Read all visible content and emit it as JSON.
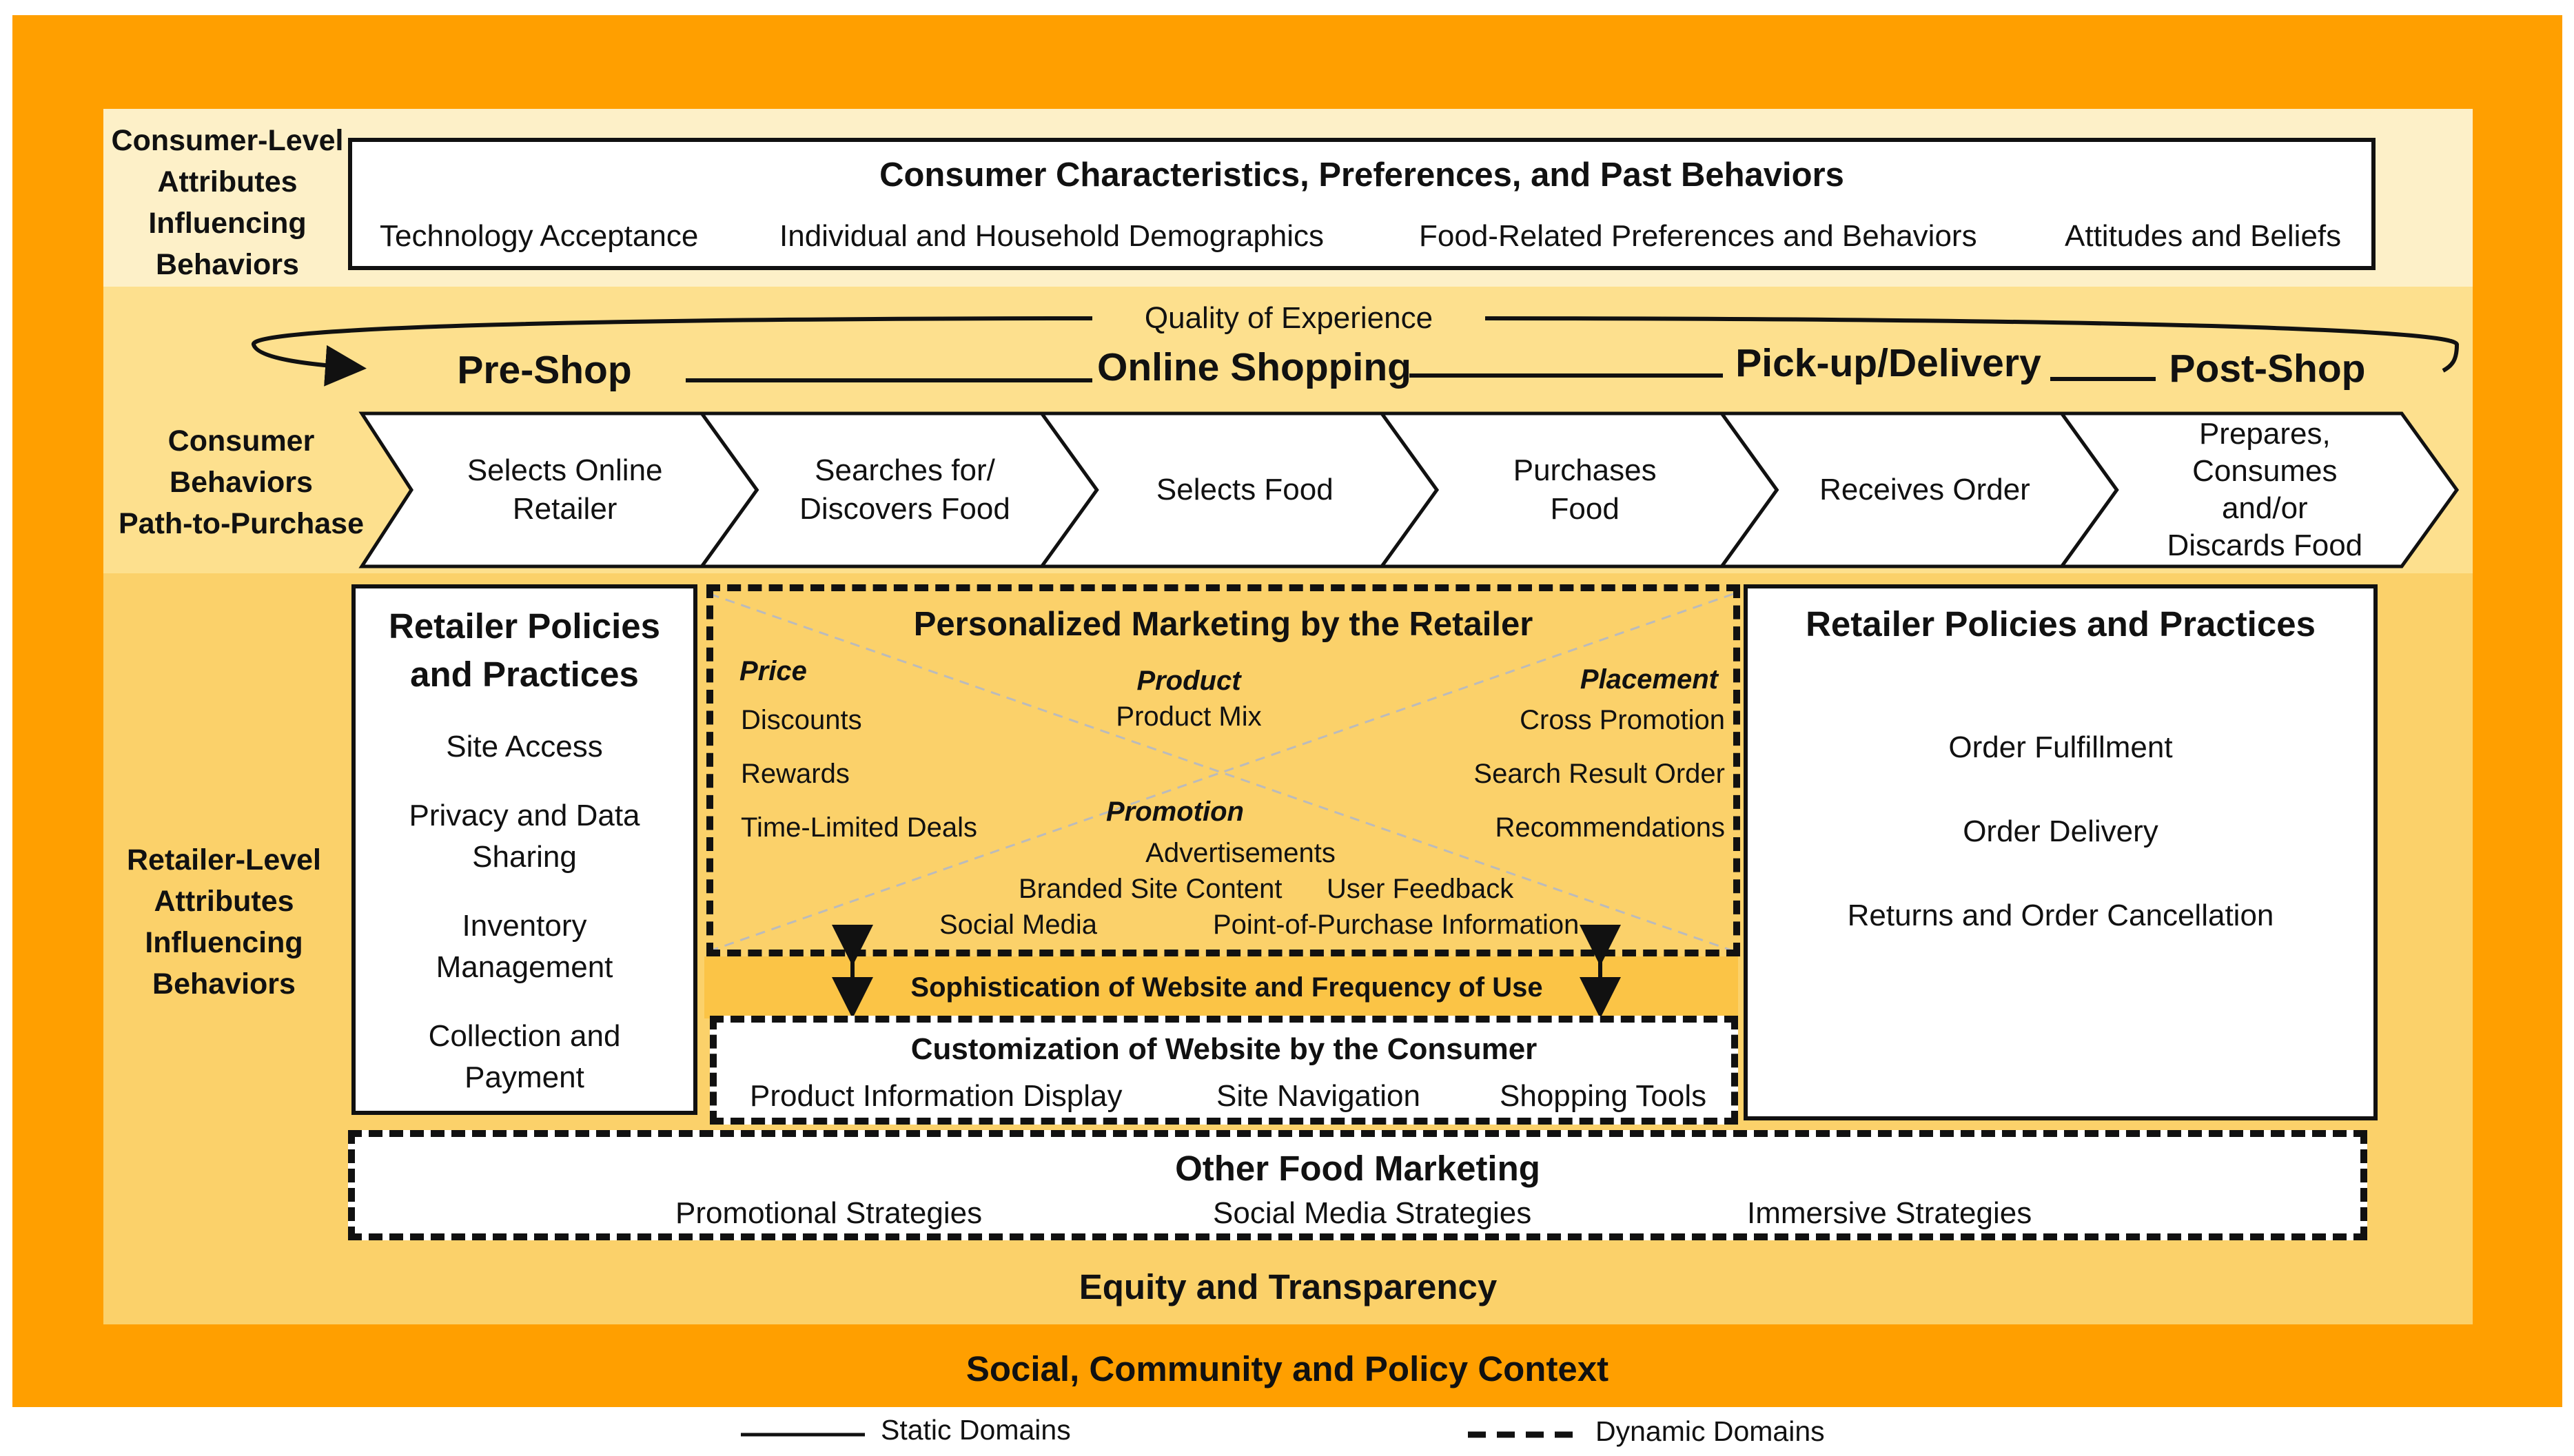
{
  "colors": {
    "outer_orange": "#FF9F00",
    "light_band": "#FDF0C8",
    "behaviors_band": "#FDE08E",
    "retailer_band": "#FBD16A",
    "sophistication_band": "#FBC446",
    "line": "#111111"
  },
  "consumer_level": {
    "label_lines": [
      "Consumer-Level",
      "Attributes",
      "Influencing",
      "Behaviors"
    ],
    "box_title": "Consumer Characteristics, Preferences, and Past Behaviors",
    "items": [
      "Technology Acceptance",
      "Individual and Household Demographics",
      "Food-Related Preferences and Behaviors",
      "Attitudes and Beliefs"
    ]
  },
  "experience": {
    "quality_label": "Quality of Experience",
    "phases": [
      "Pre-Shop",
      "Online Shopping",
      "Pick-up/Delivery",
      "Post-Shop"
    ]
  },
  "behaviors": {
    "label_lines": [
      "Consumer",
      "Behaviors",
      "Path-to-Purchase"
    ],
    "steps": [
      {
        "lines": [
          "Selects Online",
          "Retailer"
        ]
      },
      {
        "lines": [
          "Searches for/",
          "Discovers Food"
        ]
      },
      {
        "lines": [
          "Selects Food"
        ]
      },
      {
        "lines": [
          "Purchases",
          "Food"
        ]
      },
      {
        "lines": [
          "Receives Order"
        ]
      },
      {
        "lines": [
          "Prepares,",
          "Consumes",
          "and/or",
          "Discards Food"
        ]
      }
    ]
  },
  "retailer_level": {
    "label_lines": [
      "Retailer-Level",
      "Attributes",
      "Influencing",
      "Behaviors"
    ],
    "left_policies": {
      "title_lines": [
        "Retailer Policies",
        "and Practices"
      ],
      "items": [
        [
          "Site Access"
        ],
        [
          "Privacy and Data",
          "Sharing"
        ],
        [
          "Inventory",
          "Management"
        ],
        [
          "Collection and",
          "Payment"
        ]
      ]
    },
    "personalized": {
      "title": "Personalized Marketing by the Retailer",
      "price_title": "Price",
      "price_items": [
        "Discounts",
        "Rewards",
        "Time-Limited Deals"
      ],
      "product_title": "Product",
      "product_item": "Product Mix",
      "placement_title": "Placement",
      "placement_items": [
        "Cross Promotion",
        "Search Result Order",
        "Recommendations"
      ],
      "promotion_title": "Promotion",
      "promotion_items": [
        "Advertisements",
        "Branded Site Content",
        "User Feedback",
        "Social Media",
        "Point-of-Purchase Information"
      ]
    },
    "sophistication": "Sophistication of Website and Frequency of Use",
    "customization": {
      "title": "Customization of Website by the Consumer",
      "items": [
        "Product Information Display",
        "Site Navigation",
        "Shopping Tools"
      ]
    },
    "right_policies": {
      "title": "Retailer Policies and Practices",
      "items": [
        "Order Fulfillment",
        "Order Delivery",
        "Returns and Order Cancellation"
      ]
    },
    "other_food_marketing": {
      "title": "Other Food Marketing",
      "items": [
        "Promotional Strategies",
        "Social Media Strategies",
        "Immersive Strategies"
      ]
    },
    "equity": "Equity and Transparency"
  },
  "context": "Social, Community and Policy Context",
  "legend": {
    "static": "Static Domains",
    "dynamic": "Dynamic Domains"
  }
}
